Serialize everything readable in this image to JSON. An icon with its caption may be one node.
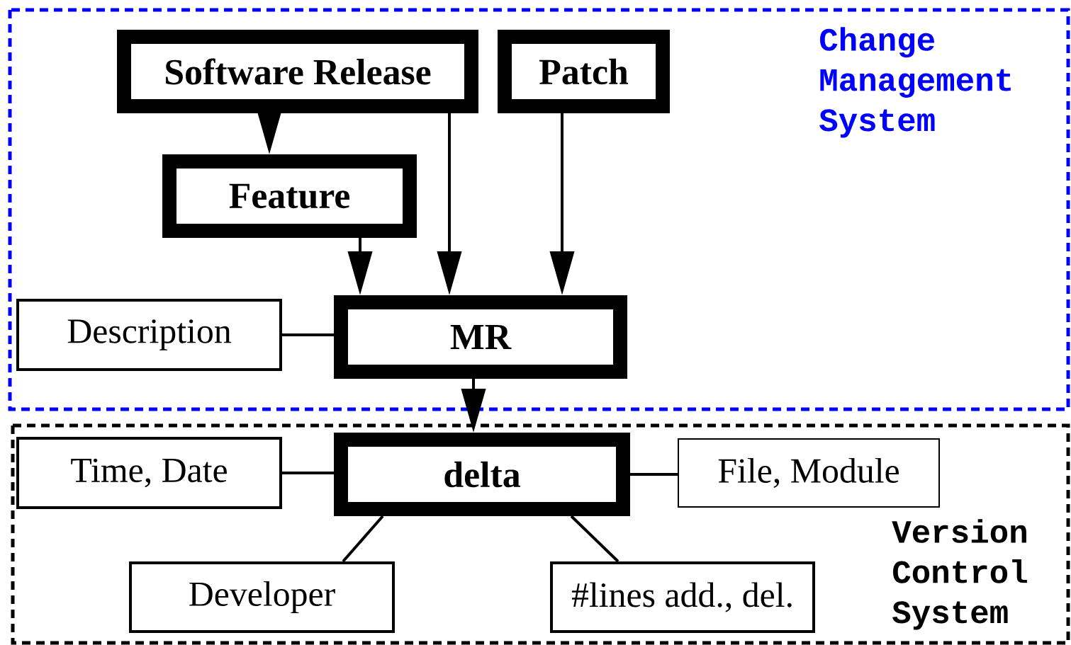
{
  "diagram": {
    "nodes": [
      {
        "text": [
          "Change Management System"
        ]
      },
      {
        "text": [
          "Software Release"
        ],
        "in": 0
      },
      {
        "text": [
          "Patch"
        ],
        "in": 0
      },
      {
        "text": [
          "Feature"
        ],
        "in": 0
      },
      {
        "text": [
          "Description"
        ],
        "in": 0
      },
      {
        "text": [
          "MR"
        ],
        "in": 0
      },
      {
        "text": [
          "Version Control System"
        ]
      },
      {
        "text": [
          "Time, Date"
        ],
        "in": 6
      },
      {
        "text": [
          "delta"
        ],
        "in": 6
      },
      {
        "text": [
          "File, Module"
        ],
        "in": 6
      },
      {
        "text": [
          "Developer"
        ],
        "in": 6
      },
      {
        "text": [
          "#lines add., del."
        ],
        "in": 6
      }
    ],
    "edges": [
      {
        "from": 1,
        "to": 3,
        "arrow": "to"
      },
      {
        "from": 3,
        "to": 5,
        "arrow": "to"
      },
      {
        "from": 1,
        "to": 5,
        "arrow": "to"
      },
      {
        "from": 2,
        "to": 5,
        "arrow": "to"
      },
      {
        "from": 4,
        "to": 5,
        "arrow": "none"
      },
      {
        "from": 5,
        "to": 8,
        "arrow": "to"
      },
      {
        "from": 7,
        "to": 8,
        "arrow": "none"
      },
      {
        "from": 8,
        "to": 9,
        "arrow": "none"
      },
      {
        "from": 8,
        "to": 10,
        "arrow": "none"
      },
      {
        "from": 8,
        "to": 11,
        "arrow": "none"
      }
    ]
  }
}
